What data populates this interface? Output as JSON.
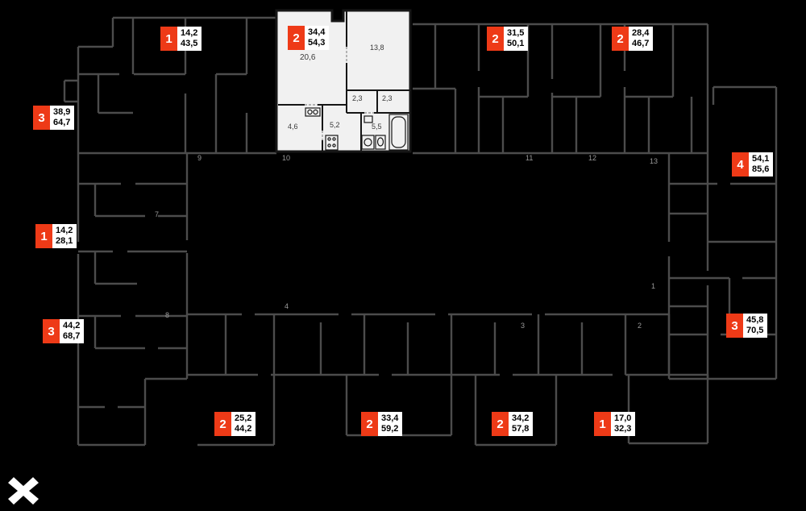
{
  "colors": {
    "accent": "#ee3a17"
  },
  "apartment_labels": [
    {
      "rooms": "1",
      "area_top": "14,2",
      "area_bottom": "43,5"
    },
    {
      "rooms": "2",
      "area_top": "34,4",
      "area_bottom": "54,3"
    },
    {
      "rooms": "2",
      "area_top": "31,5",
      "area_bottom": "50,1"
    },
    {
      "rooms": "2",
      "area_top": "28,4",
      "area_bottom": "46,7"
    },
    {
      "rooms": "3",
      "area_top": "38,9",
      "area_bottom": "64,7"
    },
    {
      "rooms": "4",
      "area_top": "54,1",
      "area_bottom": "85,6"
    },
    {
      "rooms": "1",
      "area_top": "14,2",
      "area_bottom": "28,1"
    },
    {
      "rooms": "3",
      "area_top": "44,2",
      "area_bottom": "68,7"
    },
    {
      "rooms": "3",
      "area_top": "45,8",
      "area_bottom": "70,5"
    },
    {
      "rooms": "2",
      "area_top": "25,2",
      "area_bottom": "44,2"
    },
    {
      "rooms": "2",
      "area_top": "33,4",
      "area_bottom": "59,2"
    },
    {
      "rooms": "2",
      "area_top": "34,2",
      "area_bottom": "57,8"
    },
    {
      "rooms": "1",
      "area_top": "17,0",
      "area_bottom": "32,3"
    }
  ],
  "highlighted_flat": {
    "room_areas": [
      "20,6",
      "13,8",
      "2,3",
      "2,3",
      "4,6",
      "5,2",
      "5,5"
    ]
  },
  "plan_numbers": [
    "9",
    "10",
    "11",
    "12",
    "13",
    "7",
    "8",
    "4",
    "3",
    "1",
    "2"
  ]
}
